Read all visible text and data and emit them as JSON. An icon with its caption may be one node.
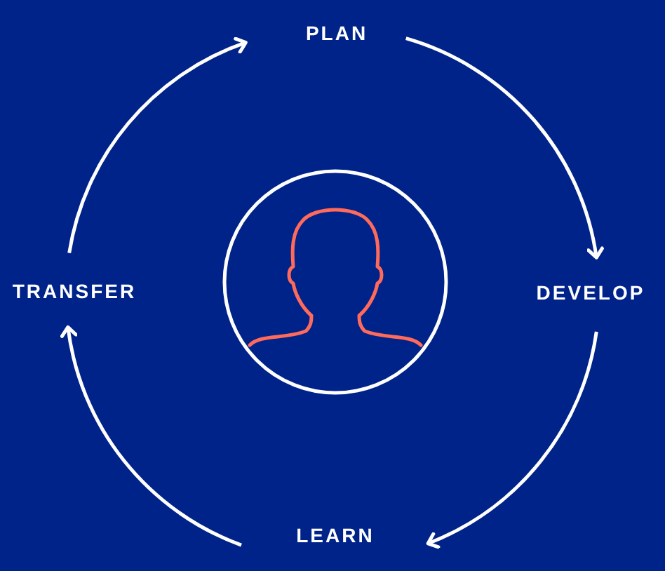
{
  "diagram": {
    "nodes": [
      {
        "text": [
          "PLAN"
        ]
      },
      {
        "text": [
          "DEVELOP"
        ]
      },
      {
        "text": [
          "LEARN"
        ]
      },
      {
        "text": [
          "TRANSFER"
        ]
      }
    ],
    "edges": [
      {
        "from": 3,
        "to": 0,
        "arrow": "to"
      },
      {
        "from": 0,
        "to": 1,
        "arrow": "to"
      },
      {
        "from": 1,
        "to": 2,
        "arrow": "to"
      },
      {
        "from": 2,
        "to": 3,
        "arrow": "to"
      }
    ]
  }
}
